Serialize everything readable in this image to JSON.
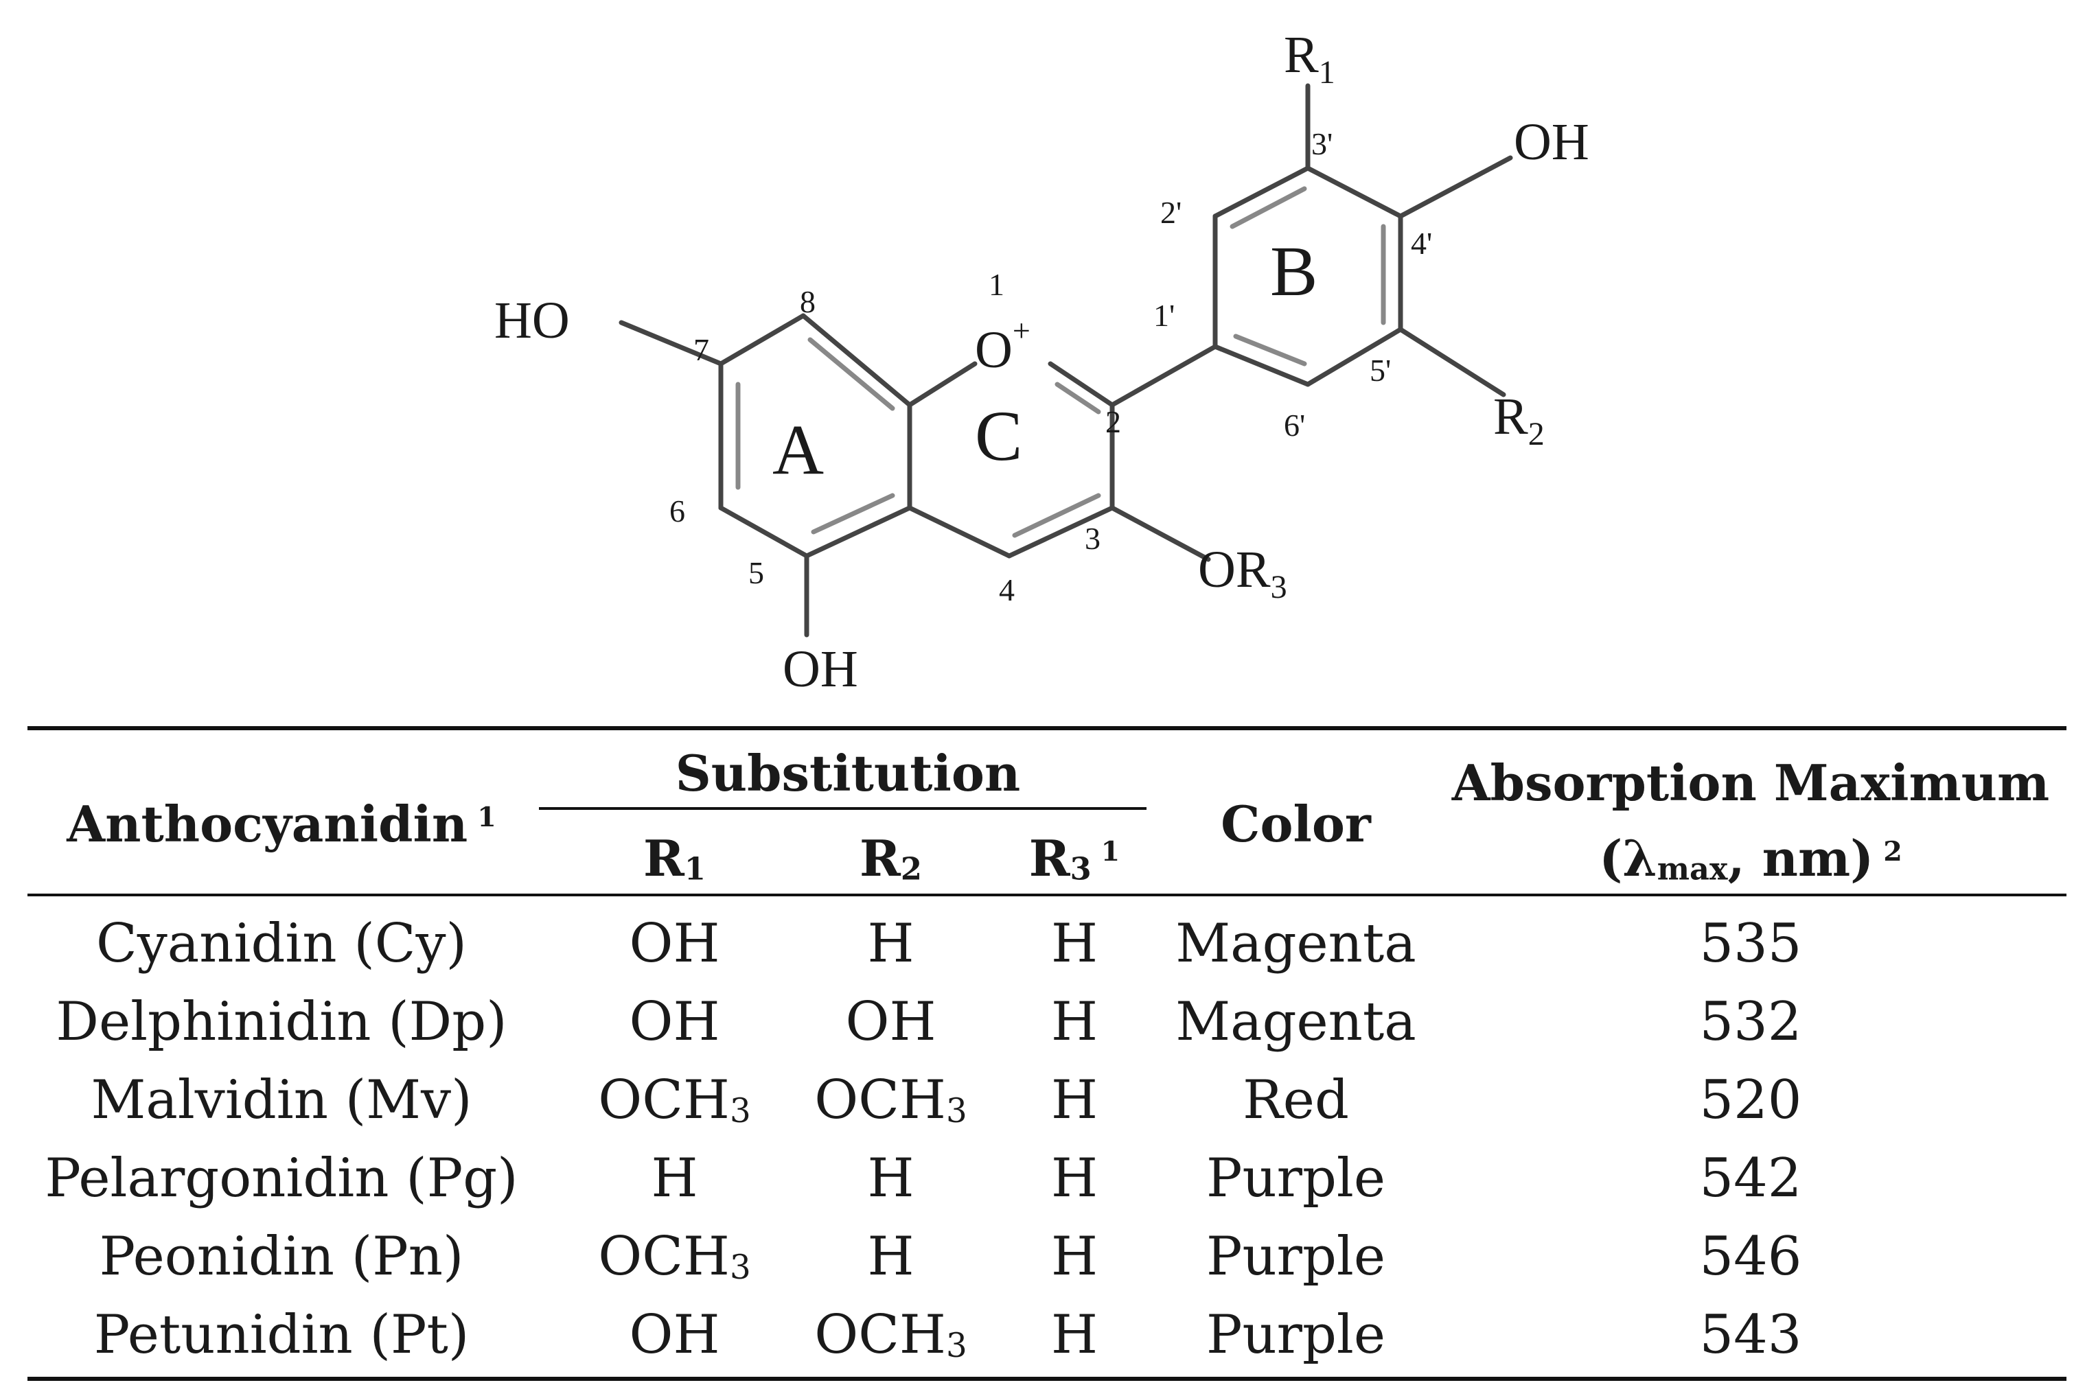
{
  "structure": {
    "substituents": {
      "r1": "R",
      "r1_sub": "1",
      "oh_top": "OH",
      "ho_left": "HO",
      "oh_bottom": "OH",
      "r2": "R",
      "r2_sub": "2",
      "or3": "OR",
      "or3_sub": "3",
      "oxonium": "O",
      "charge": "+"
    },
    "ring_labels": {
      "a": "A",
      "b": "B",
      "c": "C"
    },
    "positions": {
      "p1": "1",
      "p2": "2",
      "p3": "3",
      "p4": "4",
      "p5": "5",
      "p6": "6",
      "p7": "7",
      "p8": "8",
      "p1p": "1'",
      "p2p": "2'",
      "p3p": "3'",
      "p4p": "4'",
      "p5p": "5'",
      "p6p": "6'"
    }
  },
  "table": {
    "headers": {
      "anthocyanidin": "Anthocyanidin",
      "anthocyanidin_note": "1",
      "substitution": "Substitution",
      "r1": "R",
      "r1_sub": "1",
      "r2": "R",
      "r2_sub": "2",
      "r3": "R",
      "r3_sub": "3",
      "r3_note": "1",
      "color": "Color",
      "absorption_line1": "Absorption Maximum",
      "absorption_open": "(λ",
      "absorption_sub": "max",
      "absorption_close": ", nm)",
      "absorption_note": "2"
    },
    "rows": [
      {
        "name": "Cyanidin (Cy)",
        "r1": "OH",
        "r1_sub": "",
        "r2": "H",
        "r2_sub": "",
        "r3": "H",
        "color": "Magenta",
        "lmax": "535"
      },
      {
        "name": "Delphinidin (Dp)",
        "r1": "OH",
        "r1_sub": "",
        "r2": "OH",
        "r2_sub": "",
        "r3": "H",
        "color": "Magenta",
        "lmax": "532"
      },
      {
        "name": "Malvidin (Mv)",
        "r1": "OCH",
        "r1_sub": "3",
        "r2": "OCH",
        "r2_sub": "3",
        "r3": "H",
        "color": "Red",
        "lmax": "520"
      },
      {
        "name": "Pelargonidin (Pg)",
        "r1": "H",
        "r1_sub": "",
        "r2": "H",
        "r2_sub": "",
        "r3": "H",
        "color": "Purple",
        "lmax": "542"
      },
      {
        "name": "Peonidin (Pn)",
        "r1": "OCH",
        "r1_sub": "3",
        "r2": "H",
        "r2_sub": "",
        "r3": "H",
        "color": "Purple",
        "lmax": "546"
      },
      {
        "name": "Petunidin (Pt)",
        "r1": "OH",
        "r1_sub": "",
        "r2": "OCH",
        "r2_sub": "3",
        "r3": "H",
        "color": "Purple",
        "lmax": "543"
      }
    ]
  }
}
